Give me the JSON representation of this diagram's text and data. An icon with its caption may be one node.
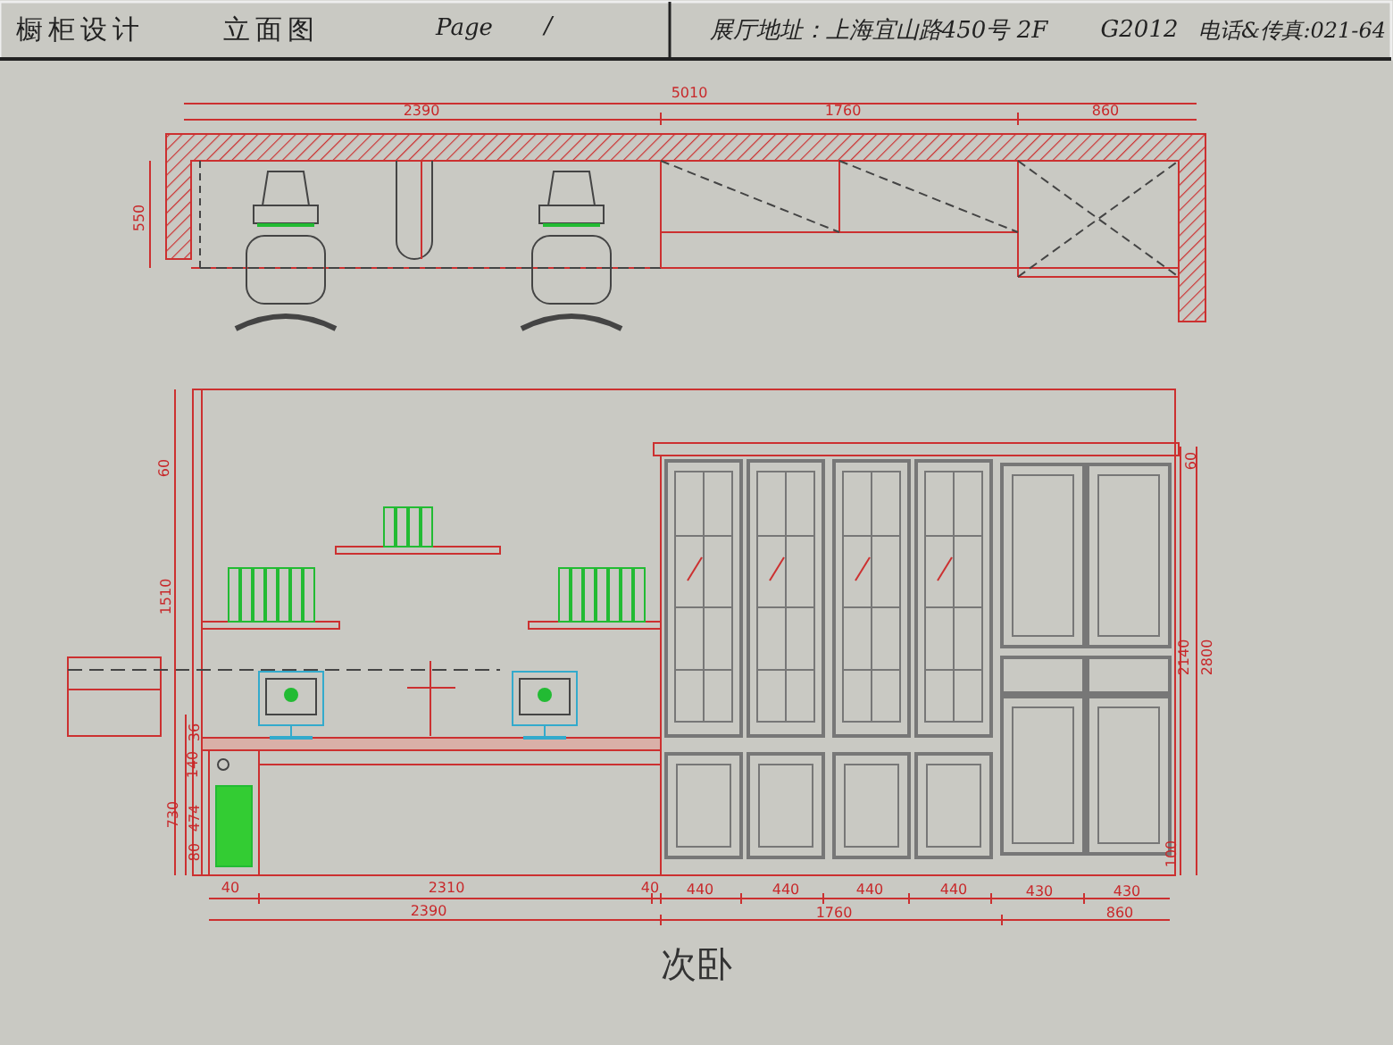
{
  "diagram": {
    "labels": [
      "橱柜设计",
      "立面图",
      "Page",
      "/",
      "展厅地址：上海宜山路450号 2F",
      "G2012",
      "电话&传真:021-64",
      "5010",
      "2390",
      "1760",
      "860",
      "550",
      "60",
      "60",
      "1510",
      "2140",
      "2800",
      "36",
      "140",
      "730",
      "474",
      "80",
      "100",
      "40",
      "2310",
      "40",
      "440",
      "440",
      "440",
      "440",
      "430",
      "430",
      "2390",
      "1760",
      "860",
      "次卧"
    ]
  }
}
